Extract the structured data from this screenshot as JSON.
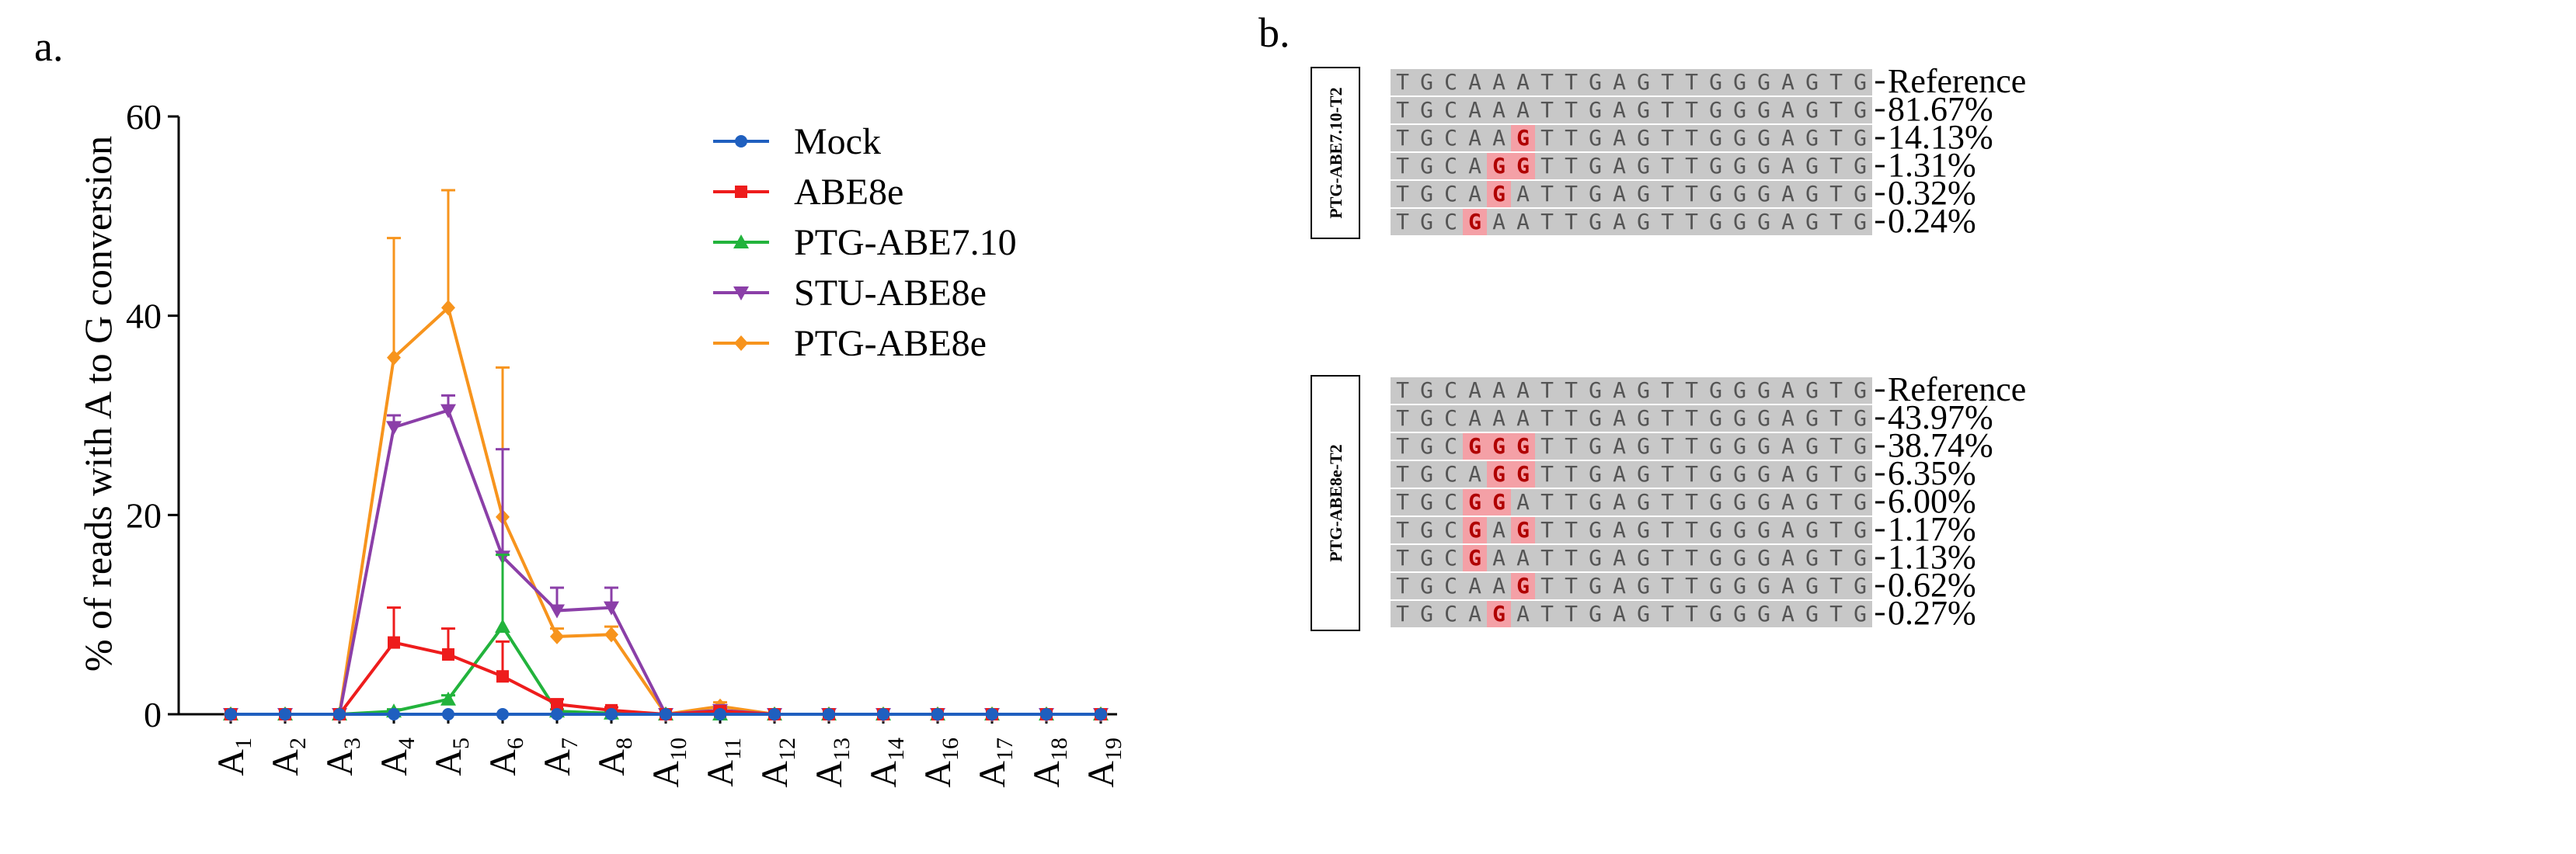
{
  "panel_a": {
    "label": "a."
  },
  "panel_b": {
    "label": "b."
  },
  "chart_data": {
    "type": "line",
    "ylabel": "% of reads with A to G conversion",
    "xlabel": "",
    "ylim": [
      0,
      60
    ],
    "yticks": [
      "0",
      "20",
      "40",
      "60"
    ],
    "categories": [
      {
        "base": "A",
        "sub": "1"
      },
      {
        "base": "A",
        "sub": "2"
      },
      {
        "base": "A",
        "sub": "3"
      },
      {
        "base": "A",
        "sub": "4"
      },
      {
        "base": "A",
        "sub": "5"
      },
      {
        "base": "A",
        "sub": "6"
      },
      {
        "base": "A",
        "sub": "7"
      },
      {
        "base": "A",
        "sub": "8"
      },
      {
        "base": "A",
        "sub": "10"
      },
      {
        "base": "A",
        "sub": "11"
      },
      {
        "base": "A",
        "sub": "12"
      },
      {
        "base": "A",
        "sub": "13"
      },
      {
        "base": "A",
        "sub": "14"
      },
      {
        "base": "A",
        "sub": "16"
      },
      {
        "base": "A",
        "sub": "17"
      },
      {
        "base": "A",
        "sub": "18"
      },
      {
        "base": "A",
        "sub": "19"
      }
    ],
    "legend_position": "top-right",
    "grid": false,
    "series": [
      {
        "name": "Mock",
        "color": "#1f5fbf",
        "marker": "circle",
        "values": [
          0,
          0,
          0,
          0,
          0,
          0,
          0,
          0,
          0,
          0,
          0,
          0,
          0,
          0,
          0,
          0,
          0
        ],
        "errors": [
          0,
          0,
          0,
          0,
          0,
          0,
          0,
          0,
          0,
          0,
          0,
          0,
          0,
          0,
          0,
          0,
          0
        ]
      },
      {
        "name": "ABE8e",
        "color": "#ee1c1c",
        "marker": "square",
        "values": [
          0,
          0,
          0,
          7.2,
          6.0,
          3.8,
          1.0,
          0.4,
          0,
          0.3,
          0,
          0,
          0,
          0,
          0,
          0,
          0
        ],
        "errors": [
          0,
          0,
          0,
          3.5,
          2.6,
          3.5,
          0.5,
          0.3,
          0,
          0.2,
          0,
          0,
          0,
          0,
          0,
          0,
          0
        ]
      },
      {
        "name": "PTG-ABE7.10",
        "color": "#22b33c",
        "marker": "triangle-up",
        "values": [
          0,
          0,
          0,
          0.3,
          1.5,
          8.8,
          0.3,
          0.1,
          0,
          0,
          0,
          0,
          0,
          0,
          0,
          0,
          0
        ],
        "errors": [
          0,
          0,
          0,
          0.2,
          0.4,
          7.2,
          0.2,
          0.1,
          0,
          0,
          0,
          0,
          0,
          0,
          0,
          0,
          0
        ]
      },
      {
        "name": "STU-ABE8e",
        "color": "#8b3fa8",
        "marker": "triangle-down",
        "values": [
          0,
          0,
          0,
          28.8,
          30.5,
          15.8,
          10.4,
          10.7,
          0,
          0.4,
          0,
          0,
          0,
          0,
          0,
          0,
          0
        ],
        "errors": [
          0,
          0,
          0,
          1.2,
          1.5,
          10.8,
          2.3,
          2.0,
          0,
          0.3,
          0,
          0,
          0,
          0,
          0,
          0,
          0
        ]
      },
      {
        "name": "PTG-ABE8e",
        "color": "#f7941d",
        "marker": "diamond",
        "values": [
          0,
          0,
          0,
          35.8,
          40.8,
          19.8,
          7.8,
          8.0,
          0,
          0.8,
          0,
          0,
          0,
          0,
          0,
          0,
          0
        ],
        "errors": [
          0,
          0,
          0,
          12.0,
          11.8,
          15.0,
          0.8,
          0.8,
          0,
          0.4,
          0,
          0,
          0,
          0,
          0,
          0,
          0
        ]
      }
    ]
  },
  "alignments": [
    {
      "title": "PTG-ABE7.10-T2",
      "rows": [
        {
          "seq": "TGCAAATTGAGTTGGGAGTG",
          "edited": [],
          "label": "Reference"
        },
        {
          "seq": "TGCAAATTGAGTTGGGAGTG",
          "edited": [],
          "label": "81.67%"
        },
        {
          "seq": "TGCAAGTTGAGTTGGGAGTG",
          "edited": [
            5
          ],
          "label": "14.13%"
        },
        {
          "seq": "TGCAGGTTGAGTTGGGAGTG",
          "edited": [
            4,
            5
          ],
          "label": "1.31%"
        },
        {
          "seq": "TGCAGATTGAGTTGGGAGTG",
          "edited": [
            4
          ],
          "label": "0.32%"
        },
        {
          "seq": "TGCGAATTGAGTTGGGAGTG",
          "edited": [
            3
          ],
          "label": "0.24%"
        }
      ]
    },
    {
      "title": "PTG-ABE8e-T2",
      "rows": [
        {
          "seq": "TGCAAATTGAGTTGGGAGTG",
          "edited": [],
          "label": "Reference"
        },
        {
          "seq": "TGCAAATTGAGTTGGGAGTG",
          "edited": [],
          "label": "43.97%"
        },
        {
          "seq": "TGCGGGTTGAGTTGGGAGTG",
          "edited": [
            3,
            4,
            5
          ],
          "label": "38.74%"
        },
        {
          "seq": "TGCAGGTTGAGTTGGGAGTG",
          "edited": [
            4,
            5
          ],
          "label": "6.35%"
        },
        {
          "seq": "TGCGGATTGAGTTGGGAGTG",
          "edited": [
            3,
            4
          ],
          "label": "6.00%"
        },
        {
          "seq": "TGCGAGTTGAGTTGGGAGTG",
          "edited": [
            3,
            5
          ],
          "label": "1.17%"
        },
        {
          "seq": "TGCGAATTGAGTTGGGAGTG",
          "edited": [
            3
          ],
          "label": "1.13%"
        },
        {
          "seq": "TGCAAGTTGAGTTGGGAGTG",
          "edited": [
            5
          ],
          "label": "0.62%"
        },
        {
          "seq": "TGCAGATTGAGTTGGGAGTG",
          "edited": [
            4
          ],
          "label": "0.27%"
        }
      ]
    }
  ],
  "colors": {
    "cell_bg": "#c8c8c8",
    "cell_edit": "#f4a0a6",
    "cell_text": "#555555",
    "edit_text": "#b00000"
  }
}
